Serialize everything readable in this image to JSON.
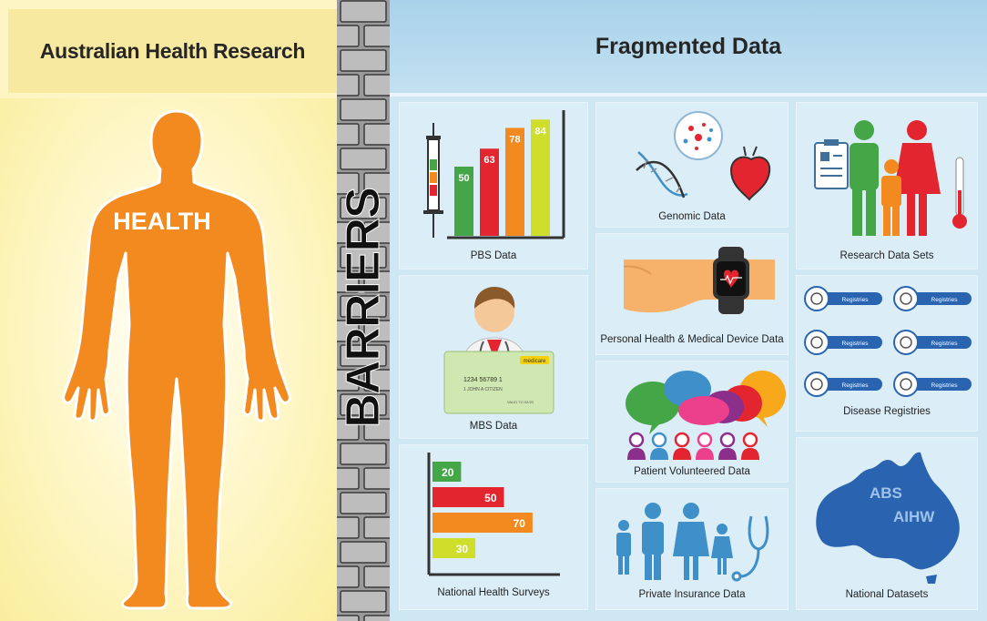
{
  "left_panel": {
    "title": "Australian Health Research",
    "figure_label": "HEALTH"
  },
  "barrier_label": "BARRIERS",
  "right_panel": {
    "title": "Fragmented Data"
  },
  "cards": {
    "pbs": {
      "label": "PBS Data",
      "bars": [
        "50",
        "63",
        "78",
        "84"
      ]
    },
    "genomic": {
      "label": "Genomic Data"
    },
    "research": {
      "label": "Research Data Sets"
    },
    "mbs": {
      "label": "MBS Data",
      "card_brand": "medicare",
      "card_number": "1234 56789 1",
      "card_name": "1 JOHN A CITIZEN",
      "card_valid": "VALID TO 02/20"
    },
    "device": {
      "label": "Personal Health & Medical Device Data"
    },
    "registries": {
      "label": "Disease Registries",
      "pill_text": "Registries"
    },
    "patient": {
      "label": "Patient Volunteered Data"
    },
    "surveys": {
      "label": "National Health Surveys",
      "bars": [
        "20",
        "50",
        "70",
        "30"
      ]
    },
    "insurance": {
      "label": "Private Insurance Data"
    },
    "national": {
      "label": "National Datasets",
      "map_labels": [
        "ABS",
        "AIHW"
      ]
    }
  },
  "colors": {
    "orange": "#f28a1f",
    "green": "#44a647",
    "red": "#e2252f",
    "lime": "#cfdd2b",
    "blue_icon": "#3f8fc8",
    "map_blue": "#2a64b0",
    "pill_blue": "#2a64b0"
  }
}
